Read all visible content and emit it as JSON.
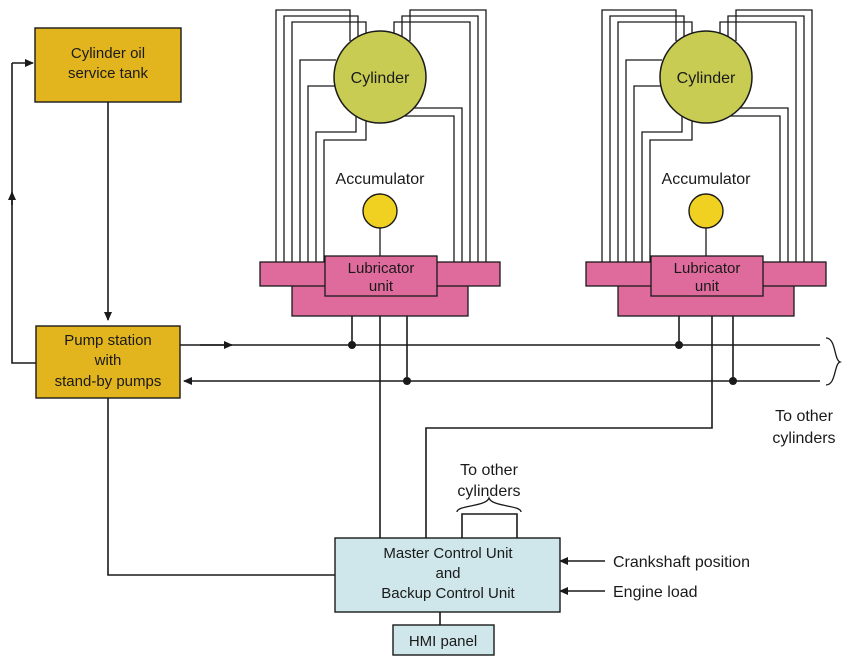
{
  "colors": {
    "tank_fill": "#e2b51e",
    "cylinder_fill": "#c8cc52",
    "accumulator_fill": "#f0d020",
    "lubricator_fill": "#df6a9c",
    "control_fill": "#cfe6ea",
    "line": "#1a1a1a"
  },
  "tank": {
    "line1": "Cylinder oil",
    "line2": "service tank"
  },
  "pump": {
    "line1": "Pump station",
    "line2": "with",
    "line3": "stand-by pumps"
  },
  "units": [
    {
      "cylinder_label": "Cylinder",
      "accumulator_label": "Accumulator",
      "lubricator_line1": "Lubricator",
      "lubricator_line2": "unit"
    },
    {
      "cylinder_label": "Cylinder",
      "accumulator_label": "Accumulator",
      "lubricator_line1": "Lubricator",
      "lubricator_line2": "unit"
    }
  ],
  "control": {
    "line1": "Master Control Unit",
    "line2": "and",
    "line3": "Backup Control Unit"
  },
  "hmi": {
    "label": "HMI panel"
  },
  "to_other_right": {
    "line1": "To other",
    "line2": "cylinders"
  },
  "to_other_top": {
    "line1": "To other",
    "line2": "cylinders"
  },
  "inputs": {
    "crankshaft": "Crankshaft position",
    "engine_load": "Engine load"
  }
}
